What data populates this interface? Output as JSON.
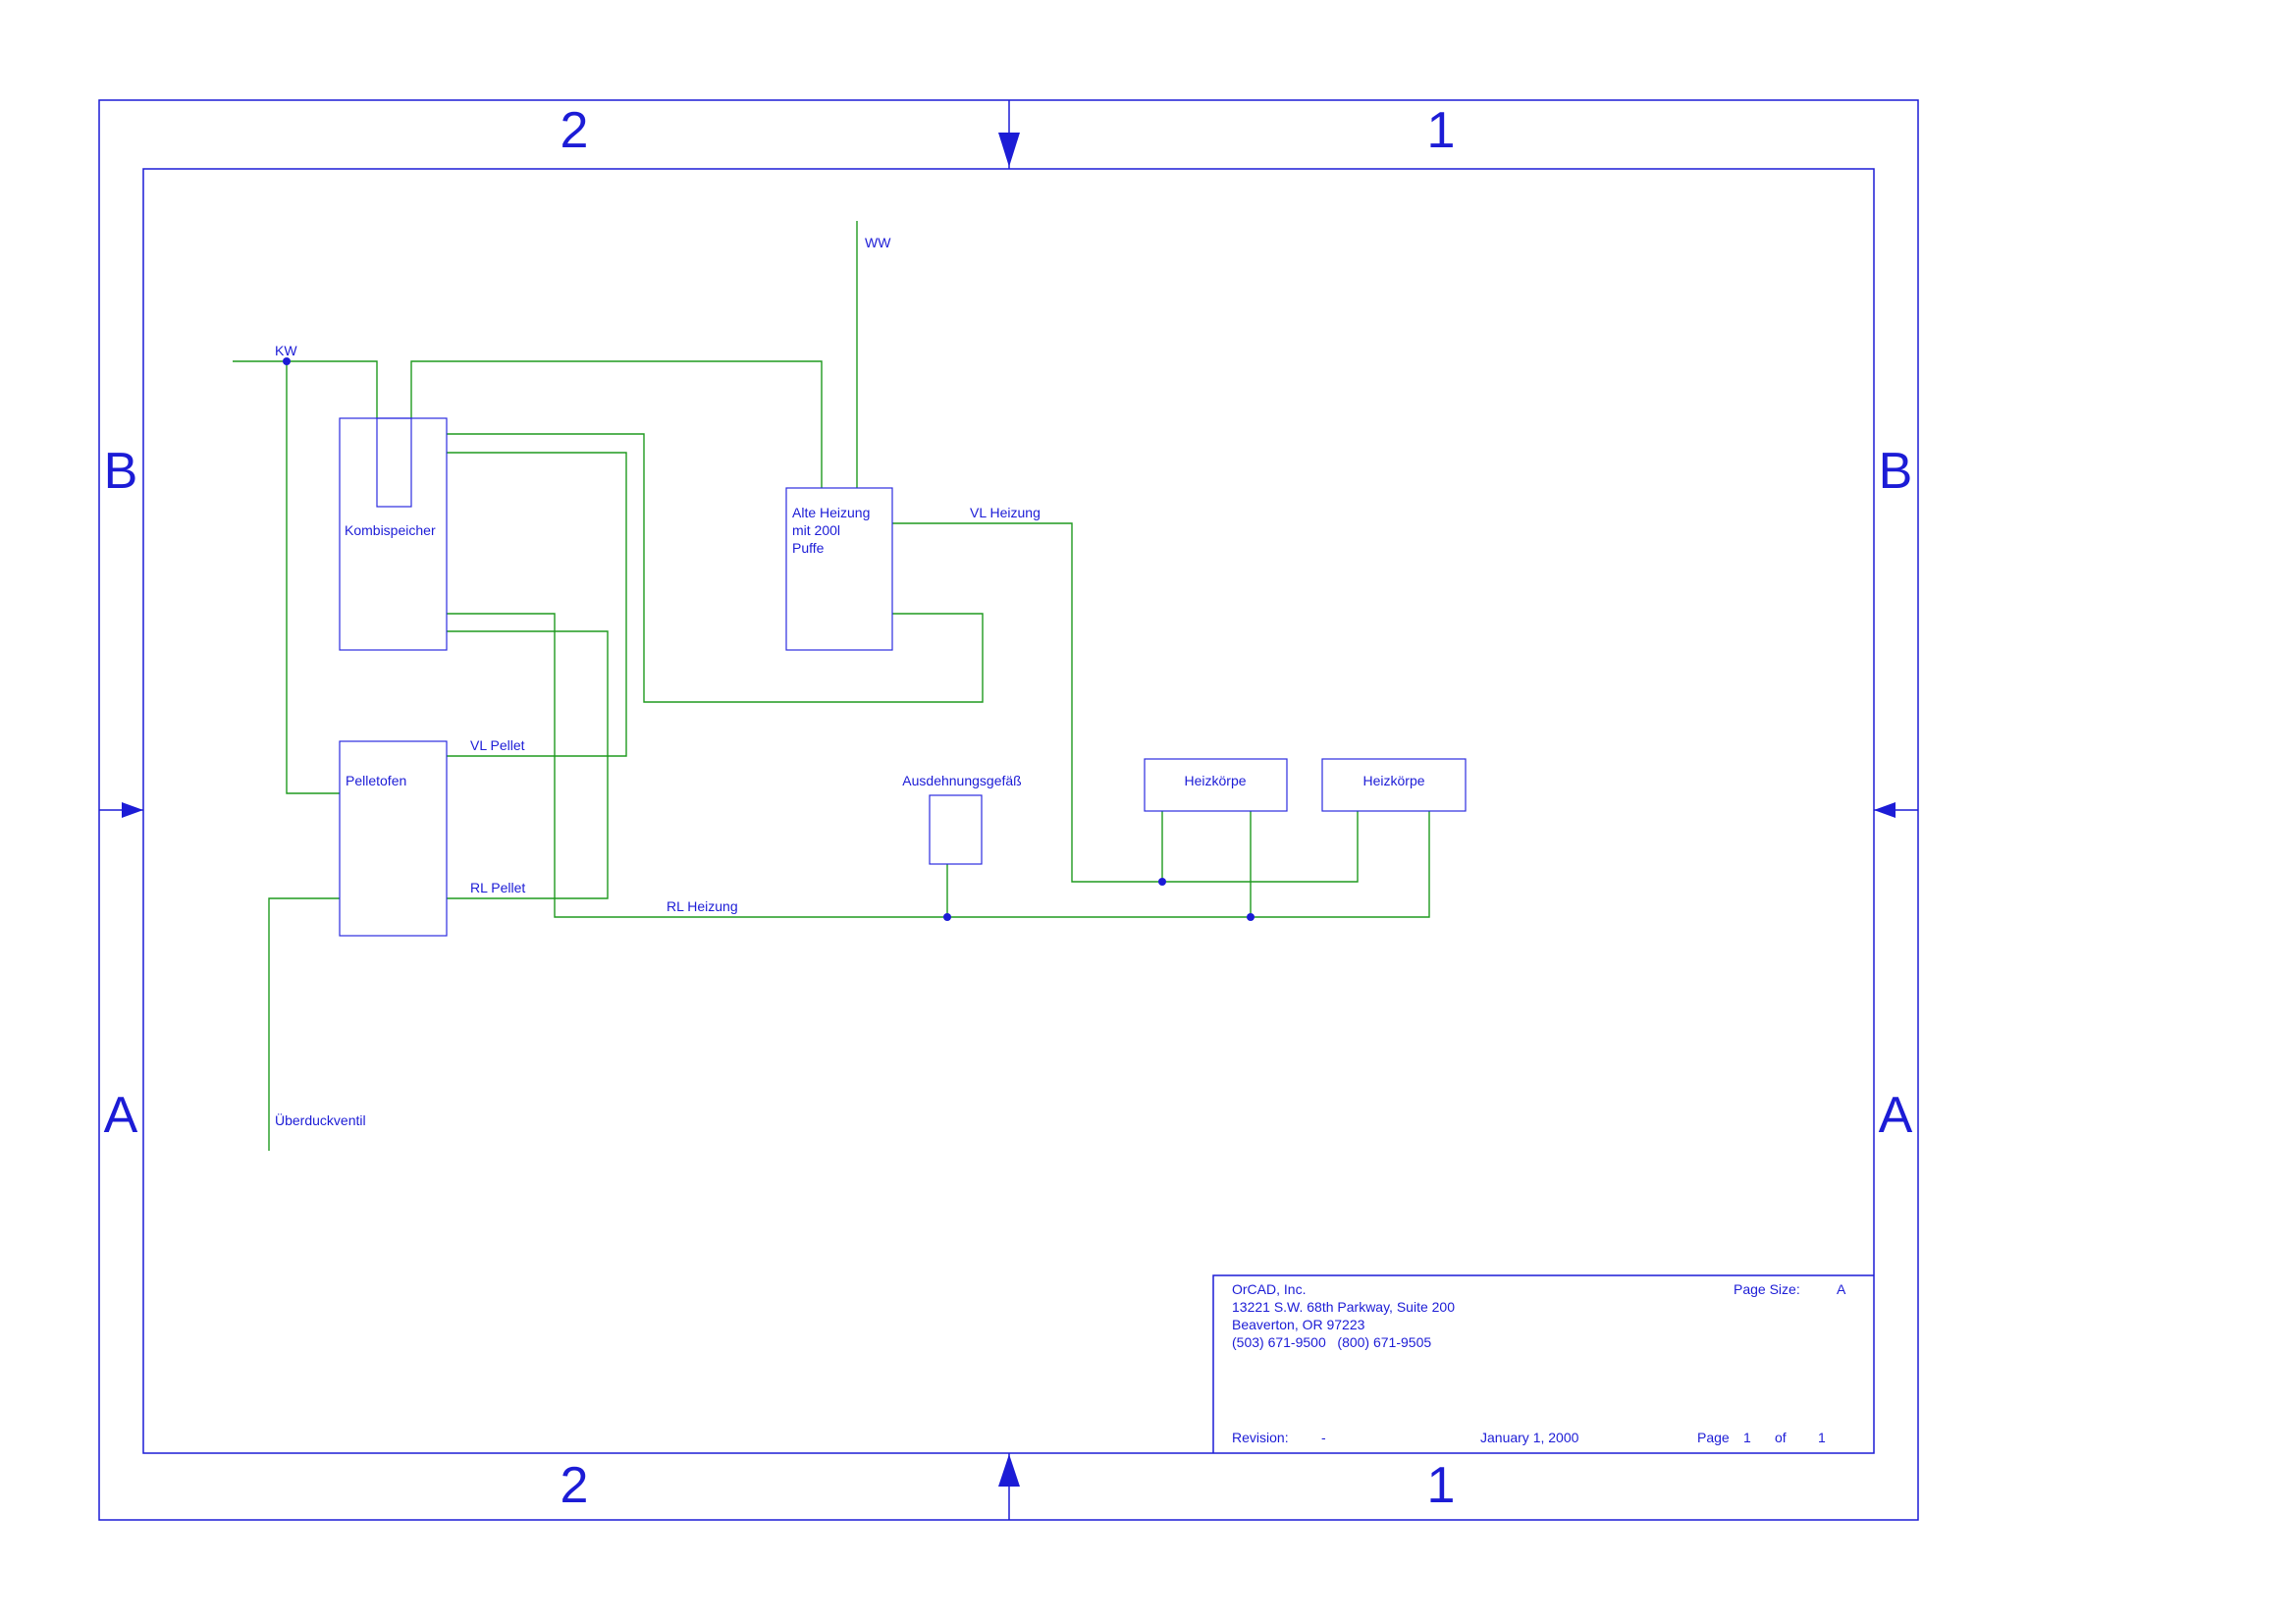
{
  "colors": {
    "frame": "#1c1cd6",
    "wire": "#1f9a1f",
    "text": "#1c1cd6",
    "background": "#ffffff"
  },
  "zones": {
    "top_left": "2",
    "top_right": "1",
    "bottom_left": "2",
    "bottom_right": "1",
    "left_upper": "B",
    "left_lower": "A",
    "right_upper": "B",
    "right_lower": "A"
  },
  "components": {
    "kombispeicher": "Kombispeicher",
    "alte_heizung": [
      "Alte Heizung",
      "mit 200l",
      "Puffe"
    ],
    "pelletofen": "Pelletofen",
    "ausdehnungsgefaess": "Ausdehnungsgefäß",
    "heizkoerper_1": "Heizkörpe",
    "heizkoerper_2": "Heizkörpe"
  },
  "net_labels": {
    "ww": "WW",
    "kw": "KW",
    "vl_heizung": "VL Heizung",
    "vl_pellet": "VL Pellet",
    "rl_pellet": "RL Pellet",
    "rl_heizung": "RL Heizung",
    "ueberdruckventil": "Überduckventil"
  },
  "title_block": {
    "company": "OrCAD, Inc.",
    "address_line1": "13221 S.W. 68th Parkway, Suite 200",
    "address_line2": "Beaverton, OR 97223",
    "phone": "(503) 671-9500   (800) 671-9505",
    "page_size_label": "Page Size:",
    "page_size_value": "A",
    "revision_label": "Revision:",
    "revision_value": "-",
    "date": "January 1, 2000",
    "page_label": "Page",
    "page_number": "1",
    "of_label": "of",
    "page_total": "1"
  }
}
